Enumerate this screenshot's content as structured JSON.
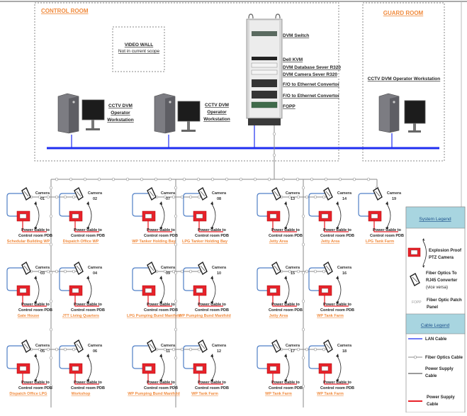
{
  "control_room": {
    "title": "CONTROL ROOM",
    "video_wall": {
      "line1": "VIDEO WALL",
      "line2": "Not in current scope"
    },
    "workstations": [
      {
        "line1": "CCTV DVM",
        "line2": "Operator",
        "line3": "Workstation"
      },
      {
        "line1": "CCTV DVM",
        "line2": "Operator",
        "line3": "Workstation"
      }
    ],
    "rack_items": [
      "DVM Switch",
      "Dell KVM",
      "DVM Database Sever R320",
      "DVM Camera Sever R320",
      "F/O to Ethernet Convertor",
      "F/O to Ethernet Convertor",
      "FOPP"
    ]
  },
  "guard_room": {
    "title": "GUARD ROOM",
    "workstation": "CCTV DVM Operator Workstation"
  },
  "cameras": [
    {
      "label": "Camera",
      "number": "01",
      "power": [
        "Power Cable to",
        "Control room PDB"
      ],
      "location": "Schedular Building WP"
    },
    {
      "label": "Camera",
      "number": "02",
      "power": [
        "Power Cable to",
        "Control room PDB"
      ],
      "location": "Dispatch Office WP"
    },
    {
      "label": "Camera",
      "number": "07",
      "power": [
        "Power Cable to",
        "Control room PDB"
      ],
      "location": "WP Tanker Holding Bay"
    },
    {
      "label": "Camera",
      "number": "08",
      "power": [
        "Power Cable to",
        "Control room PDB"
      ],
      "location": "LPG Tanker Holding Bay"
    },
    {
      "label": "Camera",
      "number": "13",
      "power": [
        "Power Cable to",
        "Control room PDB"
      ],
      "location": "Jetty Area"
    },
    {
      "label": "Camera",
      "number": "14",
      "power": [
        "Power Cable to",
        "Control room PDB"
      ],
      "location": "Jetty Area"
    },
    {
      "label": "Camera",
      "number": "19",
      "power": [
        "Power Cable to",
        "Control room PDB"
      ],
      "location": "LPG Tank Farm"
    },
    {
      "label": "Camera",
      "number": "03",
      "power": [
        "Power Cable to",
        "Control room PDB"
      ],
      "location": "Gate House"
    },
    {
      "label": "Camera",
      "number": "04",
      "power": [
        "Power Cable to",
        "Control room PDB"
      ],
      "location": "JTT Living Quarters"
    },
    {
      "label": "Camera",
      "number": "09",
      "power": [
        "Power Cable to",
        "Control room PDB"
      ],
      "location": "LPG Pumping Bund Manifold"
    },
    {
      "label": "Camera",
      "number": "10",
      "power": [
        "Power Cable to",
        "Control room PDB"
      ],
      "location": "WP Pumping Bund Manifold"
    },
    {
      "label": "Camera",
      "number": "15",
      "power": [
        "Power Cable to",
        "Control room PDB"
      ],
      "location": "Jetty Area"
    },
    {
      "label": "Camera",
      "number": "16",
      "power": [
        "Power Cable to",
        "Control room PDB"
      ],
      "location": "WP Tank Farm"
    },
    {
      "label": "Camera",
      "number": "05",
      "power": [
        "Power Cable to",
        "Control room PDB"
      ],
      "location": "Dispatch Office LPG"
    },
    {
      "label": "Camera",
      "number": "06",
      "power": [
        "Power Cable to",
        "Control room PDB"
      ],
      "location": "Workshop"
    },
    {
      "label": "Camera",
      "number": "11",
      "power": [
        "Power Cable to",
        "Control room PDB"
      ],
      "location": "WP Pumping Bund Manifold"
    },
    {
      "label": "Camera",
      "number": "12",
      "power": [
        "Power Cable to",
        "Control room PDB"
      ],
      "location": "WP Tank Farm"
    },
    {
      "label": "Camera",
      "number": "17",
      "power": [
        "Power Cable to",
        "Control room PDB"
      ],
      "location": "WP Tank Farm"
    },
    {
      "label": "Camera",
      "number": "18",
      "power": [
        "Power Cable to",
        "Control room PDB"
      ],
      "location": "WP Tank Farm"
    }
  ],
  "system_legend": {
    "title": "System Legend",
    "items": [
      {
        "icon": "ptz-camera-icon",
        "line1": "Explosion Proof",
        "line2": "PTZ Camera",
        "line3": ""
      },
      {
        "icon": "fiber-converter-icon",
        "line1": "Fiber Optics To",
        "line2": "RJ45 Converter",
        "line3": "(vice versa)"
      },
      {
        "icon": "fopp-text",
        "tag": "FOPP",
        "line1": "Fiber Optic Patch",
        "line2": "Panel",
        "line3": ""
      }
    ]
  },
  "cable_legend": {
    "title": "Cable Legend",
    "items": [
      {
        "icon": "lan-cable",
        "line1": "LAN Cable",
        "line2": ""
      },
      {
        "icon": "fiber-cable",
        "line1": "Fiber Optics Cable",
        "line2": ""
      },
      {
        "icon": "power-supply-gray",
        "line1": "Power Supply",
        "line2": "Cable"
      },
      {
        "icon": "power-supply-red",
        "line1": "Power Supply",
        "line2": "Cable"
      }
    ]
  },
  "colors": {
    "lan": "#1f2ef0",
    "fiber": "#8a8a8a",
    "power": "#e8222a",
    "copper": "#4f7fc6",
    "room_title": "#f08a3c",
    "legend_header": "#a8d5e0"
  }
}
